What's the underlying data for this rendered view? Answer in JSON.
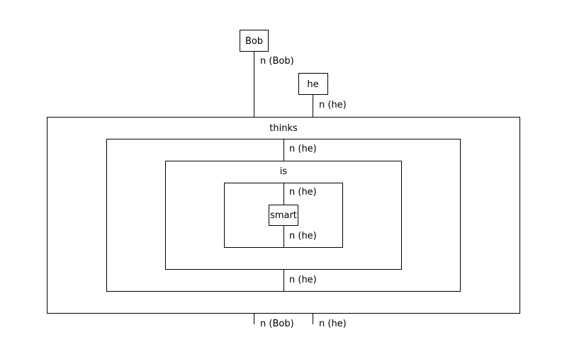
{
  "word_boxes": {
    "bob": "Bob",
    "he": "he",
    "smart": "smart"
  },
  "box_titles": {
    "thinks": "thinks",
    "is": "is"
  },
  "wire_labels": {
    "bob_top": "n (Bob)",
    "he_top": "n (he)",
    "thinks_in": "n (he)",
    "is_in": "n (he)",
    "smart_out": "n (he)",
    "is_out": "n (he)",
    "bob_bottom": "n (Bob)",
    "he_bottom": "n (he)"
  }
}
